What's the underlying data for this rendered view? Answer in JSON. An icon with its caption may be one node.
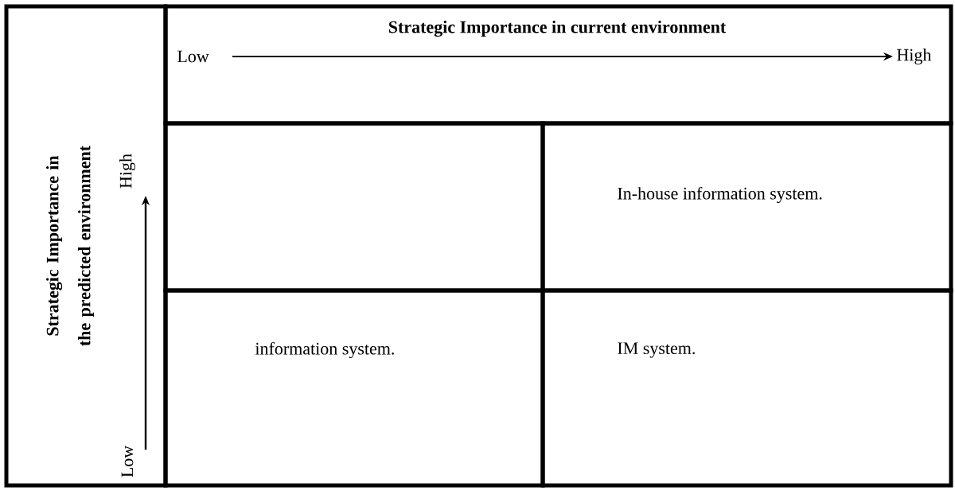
{
  "diagram": {
    "nodes": [
      {
        "text": [
          "Strategic Importance in the predicted environment"
        ]
      },
      {
        "text": [
          "Strategic Importance in current environment"
        ]
      },
      {
        "text": [],
        "shape": "box"
      },
      {
        "text": [
          "In-house information system."
        ]
      },
      {
        "text": [
          "information system."
        ]
      },
      {
        "text": [
          "IM system."
        ]
      }
    ],
    "labels": [
      "Low",
      "High",
      "High",
      "Low"
    ]
  }
}
